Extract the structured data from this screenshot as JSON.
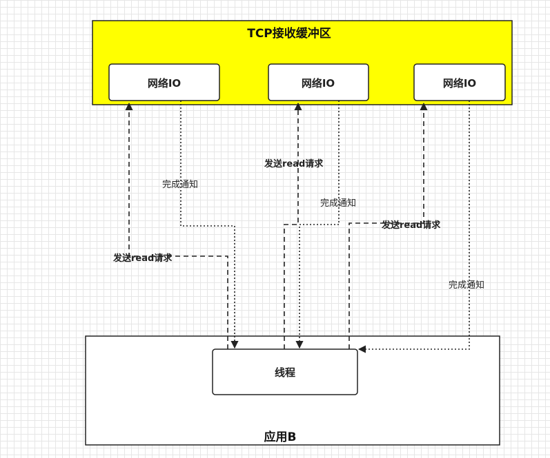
{
  "colors": {
    "buffer_fill": "#ffff00",
    "stroke": "#222222",
    "background": "#ffffff"
  },
  "tcp_buffer": {
    "title": "TCP接收缓冲区"
  },
  "io_boxes": [
    {
      "label": "网络IO"
    },
    {
      "label": "网络IO"
    },
    {
      "label": "网络IO"
    }
  ],
  "app": {
    "title": "应用B"
  },
  "thread": {
    "label": "线程"
  },
  "edges": {
    "request_label": "发送read请求",
    "complete_label": "完成通知"
  }
}
